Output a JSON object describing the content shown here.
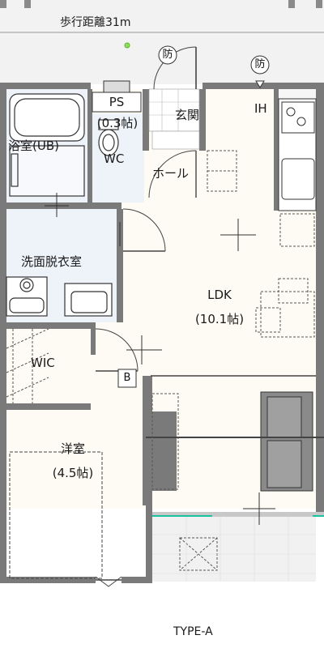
{
  "top_note": "歩行距離31m",
  "rooms": {
    "ps": "PS",
    "ps_size": "(0.3帖)",
    "bath": "浴室(UB)",
    "wc": "WC",
    "entrance": "玄関",
    "hall": "ホール",
    "ih": "IH",
    "washroom": "洗面脱衣室",
    "ldk": "LDK",
    "ldk_size": "(10.1帖)",
    "wic": "WIC",
    "western": "洋室",
    "western_size": "(4.5帖)"
  },
  "marks": {
    "fire_alarm": "防",
    "b_marker": "B"
  },
  "footer_label": "TYPE-A",
  "colors": {
    "wall": "#7a7a7a",
    "floor": "#fdfbf3",
    "wet_floor": "#eef3fa",
    "balcony": "#f1f1f1",
    "accent": "#19c2a0",
    "dot": "#8ee05a"
  }
}
